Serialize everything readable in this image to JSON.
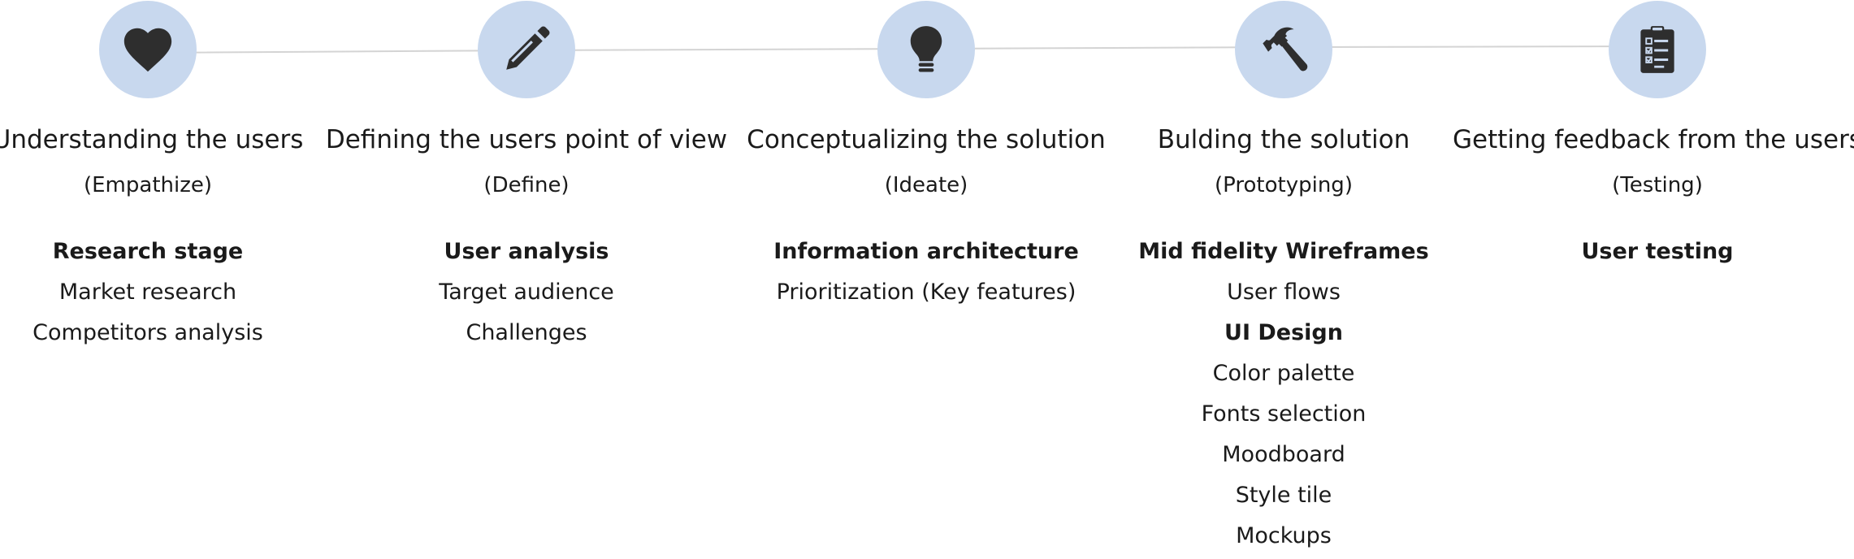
{
  "colors": {
    "circle": "#c8d8ee",
    "icon": "#2e2e2e",
    "line": "#d4d4d4",
    "text": "#1a1a1a"
  },
  "stages": [
    {
      "icon": "heart-icon",
      "title": "Understanding the users",
      "subtitle": "(Empathize)",
      "items": [
        {
          "text": "Research stage",
          "bold": true
        },
        {
          "text": "Market research",
          "bold": false
        },
        {
          "text": "Competitors analysis",
          "bold": false
        }
      ]
    },
    {
      "icon": "pencil-icon",
      "title": "Defining the users point of view",
      "subtitle": "(Define)",
      "items": [
        {
          "text": "User analysis",
          "bold": true
        },
        {
          "text": "Target audience",
          "bold": false
        },
        {
          "text": "Challenges",
          "bold": false
        }
      ]
    },
    {
      "icon": "lightbulb-icon",
      "title": "Conceptualizing the solution",
      "subtitle": "(Ideate)",
      "items": [
        {
          "text": "Information architecture",
          "bold": true
        },
        {
          "text": "Prioritization (Key features)",
          "bold": false
        }
      ]
    },
    {
      "icon": "hammer-icon",
      "title": "Bulding the solution",
      "subtitle": "(Prototyping)",
      "items": [
        {
          "text": "Mid fidelity Wireframes",
          "bold": true
        },
        {
          "text": "User flows",
          "bold": false
        },
        {
          "text": "UI Design",
          "bold": true
        },
        {
          "text": "Color palette",
          "bold": false
        },
        {
          "text": "Fonts selection",
          "bold": false
        },
        {
          "text": "Moodboard",
          "bold": false
        },
        {
          "text": "Style tile",
          "bold": false
        },
        {
          "text": "Mockups",
          "bold": false
        }
      ]
    },
    {
      "icon": "clipboard-checklist-icon",
      "title": "Getting feedback from the users",
      "subtitle": "(Testing)",
      "items": [
        {
          "text": "User testing",
          "bold": true
        }
      ]
    }
  ]
}
